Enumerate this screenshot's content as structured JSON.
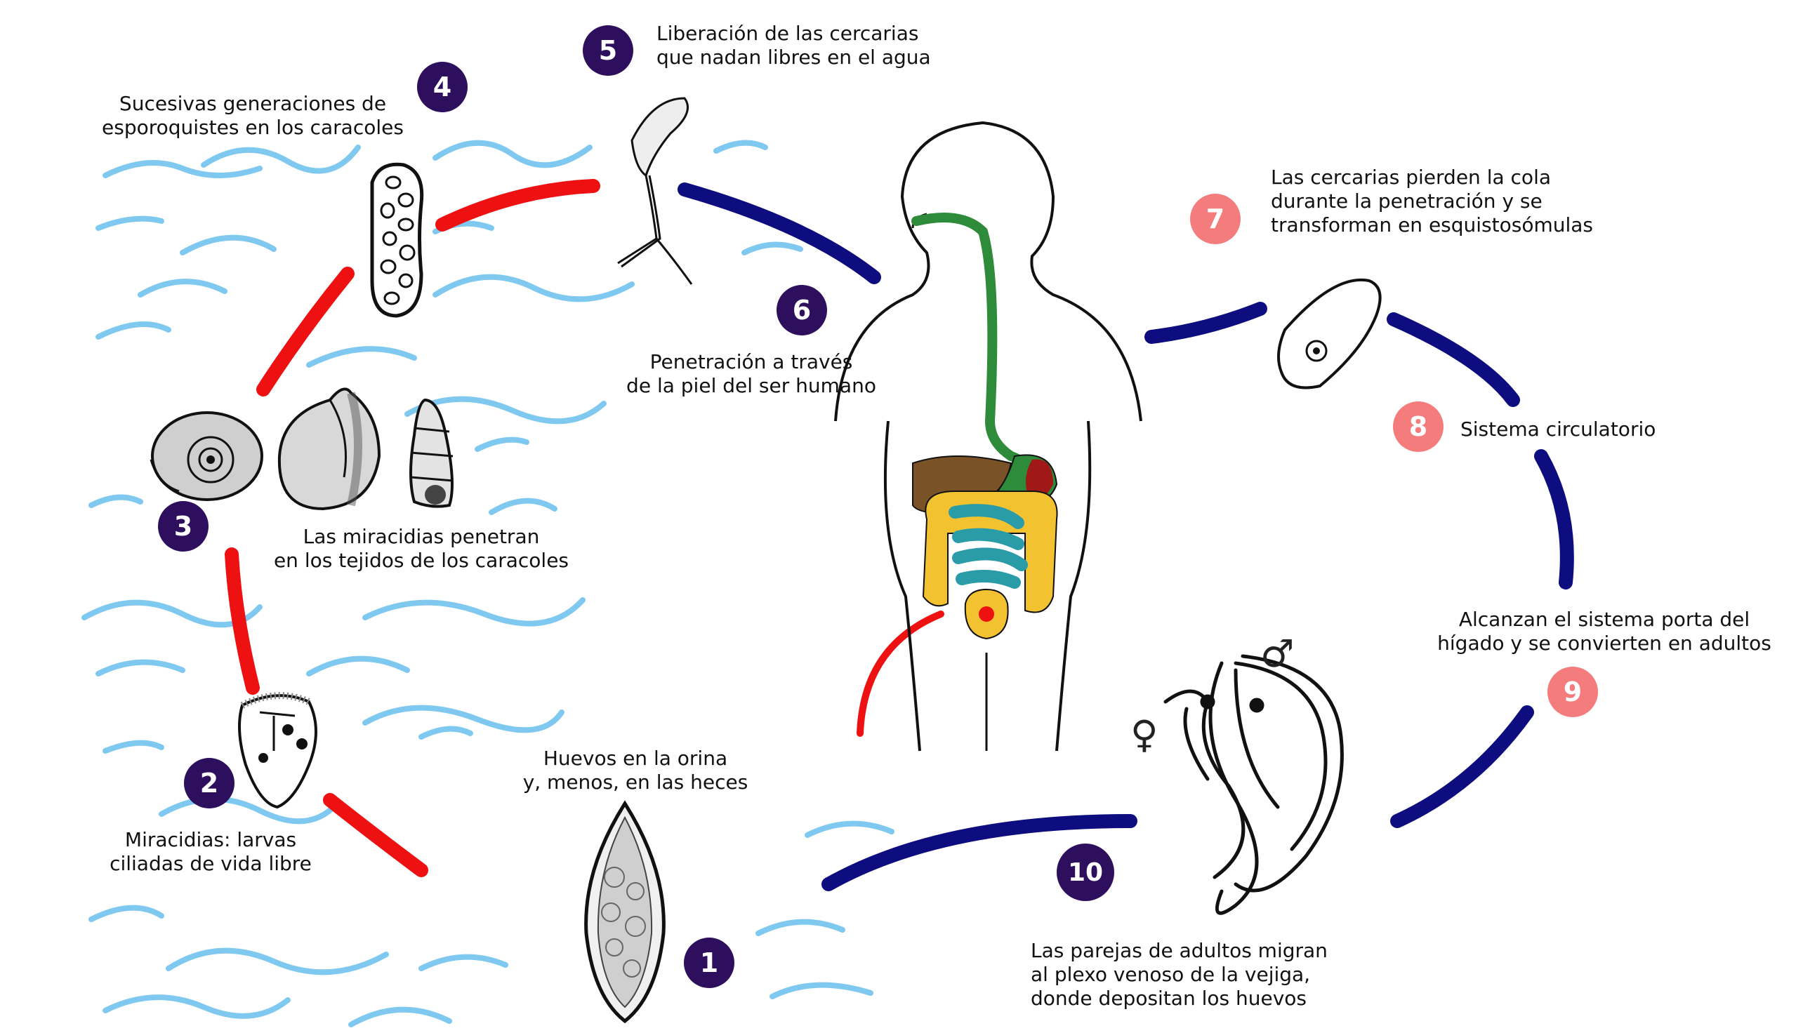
{
  "steps": [
    {
      "number": "1",
      "text": "Huevos en la orina\ny, menos, en las heces"
    },
    {
      "number": "2",
      "text": "Miracidias: larvas\nciliadas de vida libre"
    },
    {
      "number": "3",
      "text": "Las miracidias penetran\nen los tejidos de los caracoles"
    },
    {
      "number": "4",
      "text": "Sucesivas generaciones de\nesporoquistes en los caracoles"
    },
    {
      "number": "5",
      "text": "Liberación de las cercarias\nque nadan libres en el agua"
    },
    {
      "number": "6",
      "text": "Penetración a través\nde la piel del ser humano"
    },
    {
      "number": "7",
      "text": "Las cercarias pierden la cola\ndurante la penetración y se\ntransforman en esquistosómulas"
    },
    {
      "number": "8",
      "text": "Sistema circulatorio"
    },
    {
      "number": "9",
      "text": "Alcanzan el sistema porta del\nhígado y se convierten en adultos"
    },
    {
      "number": "10",
      "text": "Las parejas de adultos migran\nal plexo venoso de la vejiga,\ndonde depositan los huevos"
    }
  ],
  "symbols": {
    "male": "♂",
    "female": "♀"
  },
  "colors": {
    "water": "#7fc8f0",
    "red_arrow": "#ee1111",
    "blue_arrow": "#0d0d80",
    "badge_purple": "#2e0f5e",
    "badge_salmon": "#f47c7c",
    "esophagus": "#2e8b3a",
    "liver": "#7a5228",
    "small_intestine": "#2a9ca8",
    "large_intestine": "#f2c230",
    "spleen": "#a01818",
    "bladder": "#f2c230"
  },
  "icons": [
    "snail-icon",
    "egg-icon",
    "miracidium-icon",
    "sporocyst-icon",
    "cercaria-icon",
    "schistosomulum-icon",
    "adult-worm-pair-icon",
    "human-body-icon"
  ]
}
